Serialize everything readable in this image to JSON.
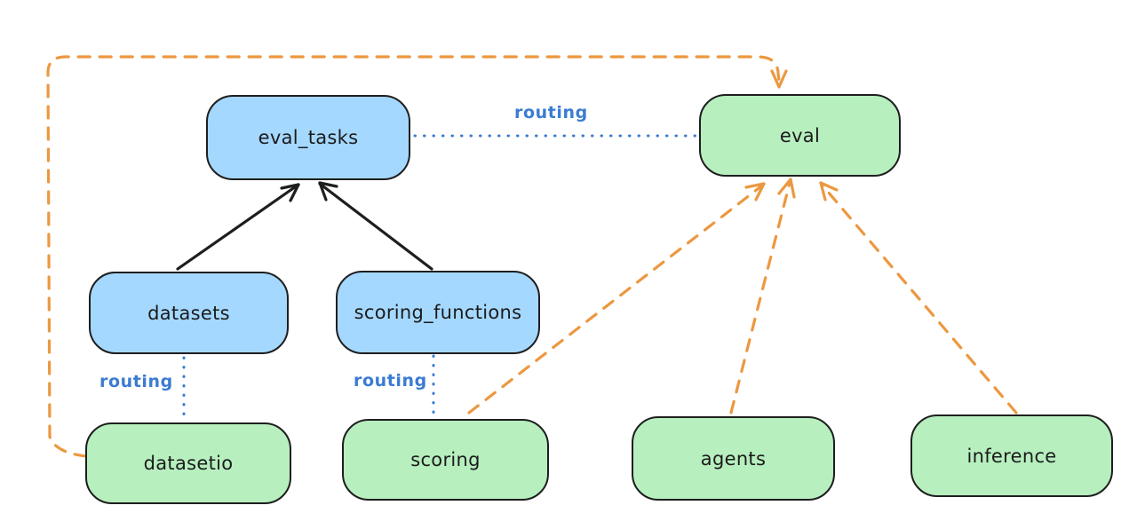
{
  "diagram": {
    "background": "#ffffff",
    "colors": {
      "blue_node_fill": "#a5d8ff",
      "green_node_fill": "#b7efbf",
      "node_stroke": "#1e1e1e",
      "black_edge": "#1e1e1e",
      "orange_edge": "#ec9840",
      "blue_edge": "#3b7bd3"
    },
    "nodes": {
      "eval_tasks": {
        "label": "eval_tasks",
        "color": "blue"
      },
      "eval": {
        "label": "eval",
        "color": "green"
      },
      "datasets": {
        "label": "datasets",
        "color": "blue"
      },
      "scoring_functions": {
        "label": "scoring_functions",
        "color": "blue"
      },
      "datasetio": {
        "label": "datasetio",
        "color": "green"
      },
      "scoring": {
        "label": "scoring",
        "color": "green"
      },
      "agents": {
        "label": "agents",
        "color": "green"
      },
      "inference": {
        "label": "inference",
        "color": "green"
      }
    },
    "edge_labels": {
      "eval_tasks_eval": "routing",
      "datasets_datasetio": "routing",
      "scoring_functions_scoring": "routing"
    },
    "edges": [
      {
        "from": "datasets",
        "to": "eval_tasks",
        "style": "solid-arrow",
        "color": "black"
      },
      {
        "from": "scoring_functions",
        "to": "eval_tasks",
        "style": "solid-arrow",
        "color": "black"
      },
      {
        "from": "eval_tasks",
        "to": "eval",
        "style": "dotted",
        "color": "blue",
        "label": "routing"
      },
      {
        "from": "datasets",
        "to": "datasetio",
        "style": "dotted",
        "color": "blue",
        "label": "routing"
      },
      {
        "from": "scoring_functions",
        "to": "scoring",
        "style": "dotted",
        "color": "blue",
        "label": "routing"
      },
      {
        "from": "datasetio",
        "to": "eval",
        "style": "dashed-arrow",
        "color": "orange"
      },
      {
        "from": "scoring",
        "to": "eval",
        "style": "dashed-arrow",
        "color": "orange"
      },
      {
        "from": "agents",
        "to": "eval",
        "style": "dashed-arrow",
        "color": "orange"
      },
      {
        "from": "inference",
        "to": "eval",
        "style": "dashed-arrow",
        "color": "orange"
      }
    ]
  }
}
